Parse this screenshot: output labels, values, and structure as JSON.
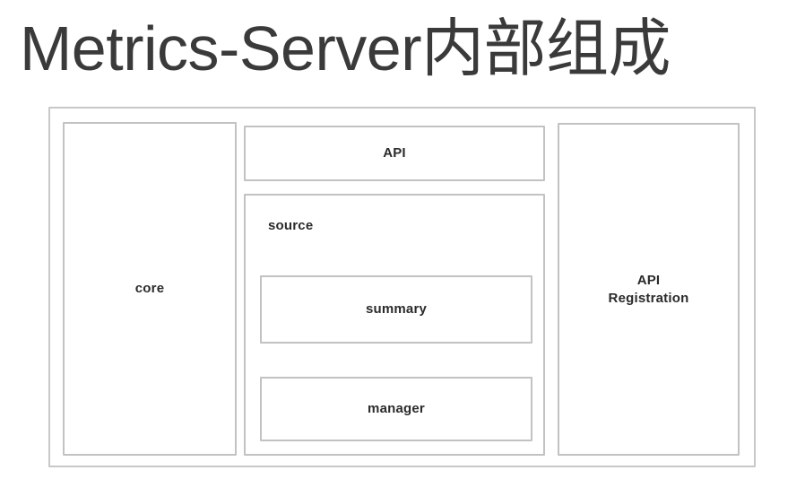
{
  "page": {
    "title": "Metrics-Server内部组成",
    "background_color": "#ffffff",
    "title_color": "#3a3a3a",
    "box_border_color": "#c2c2c2",
    "label_color": "#2b2b2b"
  },
  "diagram": {
    "type": "nested-block-diagram",
    "outer_container_label": "",
    "blocks": {
      "core": {
        "label": "core",
        "align": "center"
      },
      "api": {
        "label": "API",
        "align": "center"
      },
      "source": {
        "label": "source",
        "align": "top-left",
        "children": {
          "summary": {
            "label": "summary",
            "align": "center"
          },
          "manager": {
            "label": "manager",
            "align": "center"
          }
        }
      },
      "api_registration": {
        "label": "API\nRegistration",
        "align": "center"
      }
    }
  }
}
